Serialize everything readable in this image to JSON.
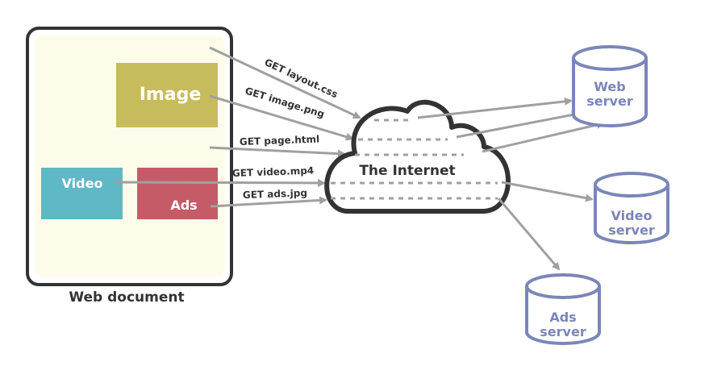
{
  "document": {
    "caption": "Web document",
    "image_label": "Image",
    "video_label": "Video",
    "ads_label": "Ads"
  },
  "requests": [
    {
      "label": "GET layout.css"
    },
    {
      "label": "GET image.png"
    },
    {
      "label": "GET page.html"
    },
    {
      "label": "GET video.mp4"
    },
    {
      "label": "GET ads.jpg"
    }
  ],
  "internet": {
    "label": "The Internet"
  },
  "servers": [
    {
      "line1": "Web",
      "line2": "server"
    },
    {
      "line1": "Video",
      "line2": "server"
    },
    {
      "line1": "Ads",
      "line2": "server"
    }
  ],
  "colors": {
    "image_box": "#c6bc5c",
    "video_box": "#5fb8c6",
    "ads_box": "#c65b68",
    "doc_fill": "#fdfbea",
    "server": "#7b86b8",
    "arrow": "#a0a0a0",
    "outline": "#333333"
  }
}
